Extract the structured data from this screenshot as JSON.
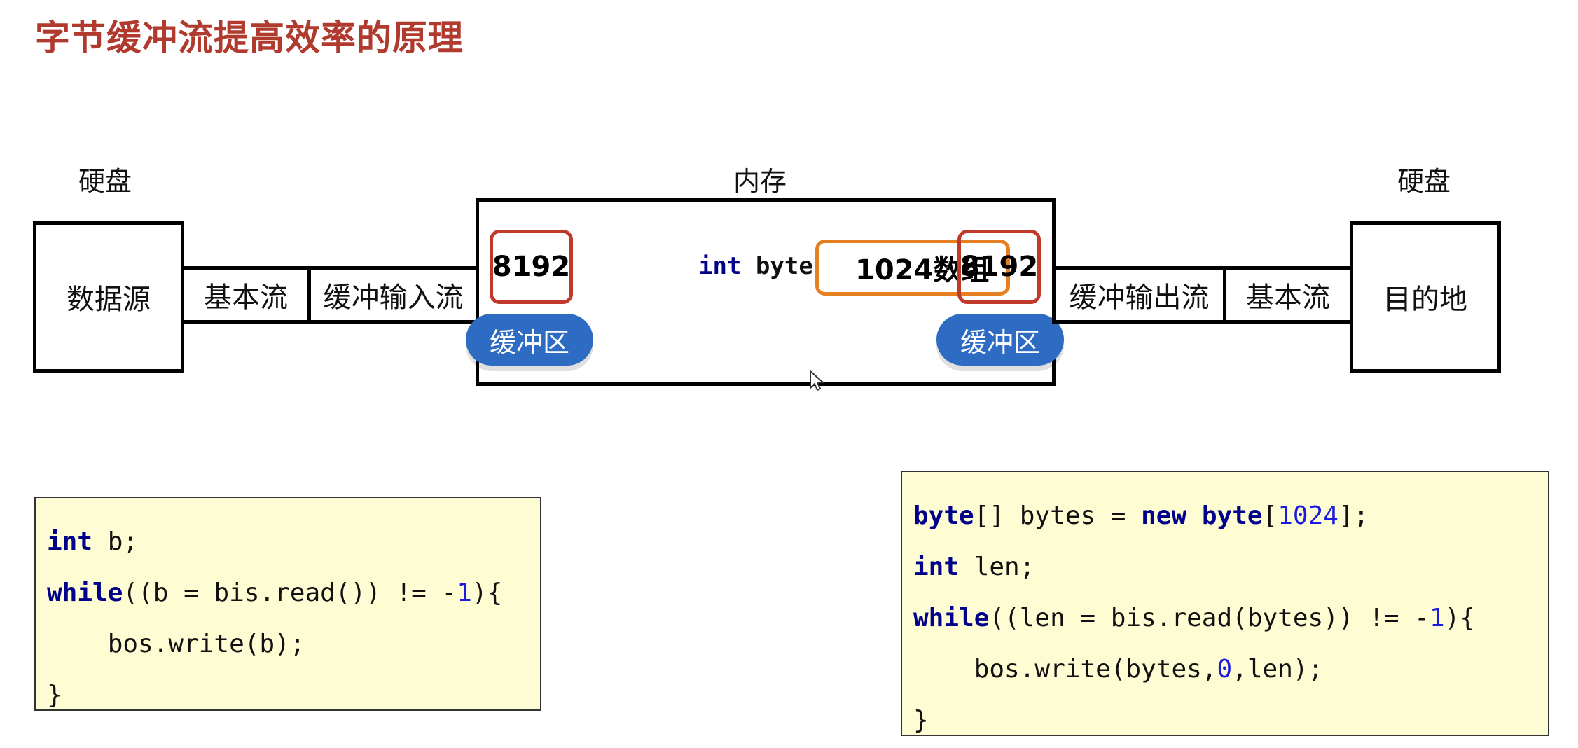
{
  "title": "字节缓冲流提高效率的原理",
  "labels": {
    "disk_left": "硬盘",
    "memory": "内存",
    "disk_right": "硬盘"
  },
  "boxes": {
    "source": "数据源",
    "basic_stream_left": "基本流",
    "buffered_input_stream": "缓冲输入流",
    "buffered_output_stream": "缓冲输出流",
    "basic_stream_right": "基本流",
    "destination": "目的地"
  },
  "memory": {
    "left_buffer_value": "8192",
    "right_buffer_value": "8192",
    "buffer_label_left": "缓冲区",
    "buffer_label_right": "缓冲区",
    "int_keyword": "int",
    "byte_text": "byte",
    "array_text": "1024数组"
  },
  "code_left": {
    "line1": {
      "kw": "int",
      "rest": " b;"
    },
    "line2": {
      "kw": "while",
      "pre": "((b = bis.read()) != -",
      "num": "1",
      "post": "){"
    },
    "line3": "    bos.write(b);",
    "line4": "}"
  },
  "code_right": {
    "line1": {
      "kw1": "byte",
      "mid1": "[] bytes = ",
      "kw2": "new",
      "sp": " ",
      "kw3": "byte",
      "pre": "[",
      "num": "1024",
      "post": "];"
    },
    "line2": {
      "kw": "int",
      "rest": " len;"
    },
    "line3": {
      "kw": "while",
      "pre": "((len = bis.read(bytes)) != -",
      "num": "1",
      "post": "){"
    },
    "line4": {
      "pre": "    bos.write(bytes,",
      "num": "0",
      "post": ",len);"
    },
    "line5": "}"
  },
  "colors": {
    "title": "#b03a2e",
    "buffer_border": "#c0392b",
    "array_border": "#e67e22",
    "pill": "#2e6cc4",
    "code_bg": "#fefcd2",
    "keyword": "#00008b",
    "number": "#1a1ae0"
  }
}
